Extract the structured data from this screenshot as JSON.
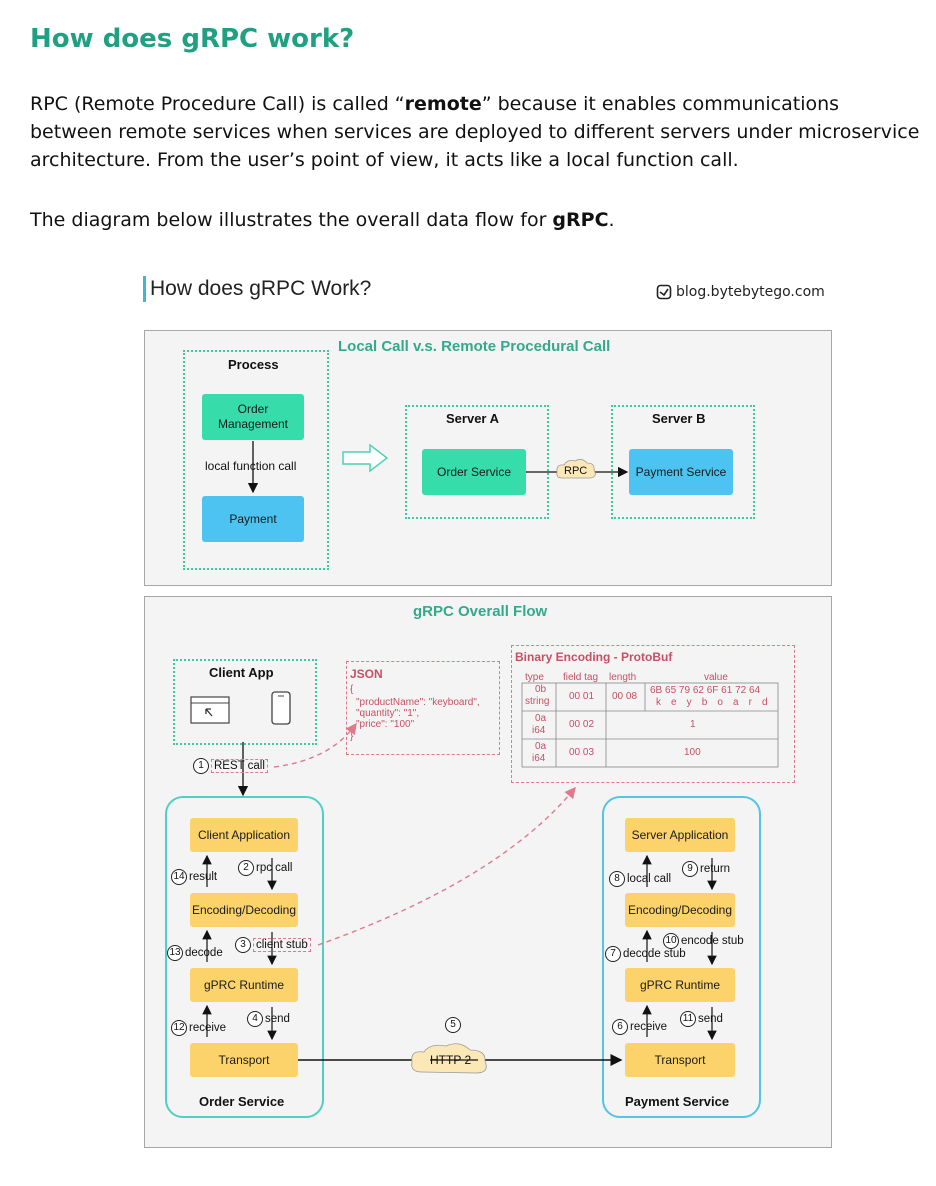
{
  "article": {
    "heading": "How does gRPC work?",
    "para1_a": "RPC (Remote Procedure Call) is called “",
    "para1_bold": "remote",
    "para1_b": "” because it enables communications between remote services when services are deployed to different servers under microservice architecture. From the user’s point of view, it acts like a local function call.",
    "para2_a": "The diagram below illustrates the overall data flow for ",
    "para2_bold": "gRPC",
    "para2_b": "."
  },
  "figure": {
    "title": "How does gRPC Work?",
    "brand": "blog.bytebytego.com",
    "top_panel": {
      "title": "Local Call v.s. Remote Procedural Call",
      "process_label": "Process",
      "order_management": "Order Management",
      "local_call": "local function call",
      "payment": "Payment",
      "server_a": "Server A",
      "order_service": "Order Service",
      "rpc": "RPC",
      "server_b": "Server B",
      "payment_service": "Payment Service"
    },
    "bottom_panel": {
      "title": "gRPC Overall Flow",
      "client_app": "Client App",
      "rest_call": "REST call",
      "json_title": "JSON",
      "json_lines": [
        "{",
        "\"productName\": \"keyboard\",",
        "\"quantity\": \"1\",",
        "\"price\": \"100\"",
        "}"
      ],
      "binary_title": "Binary Encoding - ProtoBuf",
      "binary_headers": [
        "type",
        "field tag",
        "length",
        "value"
      ],
      "binary_rows": [
        {
          "type1": "0b",
          "type2": "string",
          "tag": "00 01",
          "len": "00 08",
          "value1": "6B 65 79 62 6F 61 72 64",
          "value2": "k  e  y  b  o  a  r  d"
        },
        {
          "type1": "0a",
          "type2": "i64",
          "tag": "00 02",
          "len": "",
          "value1": "1",
          "value2": ""
        },
        {
          "type1": "0a",
          "type2": "i64",
          "tag": "00 03",
          "len": "",
          "value1": "100",
          "value2": ""
        }
      ],
      "order_service": {
        "name": "Order Service",
        "client_application": "Client Application",
        "encoding": "Encoding/Decoding",
        "runtime": "gPRC Runtime",
        "transport": "Transport"
      },
      "payment_service": {
        "name": "Payment Service",
        "server_application": "Server Application",
        "encoding": "Encoding/Decoding",
        "runtime": "gPRC Runtime",
        "transport": "Transport"
      },
      "steps": {
        "s1": "1",
        "s2": "2",
        "s3": "3",
        "s4": "4",
        "s5": "5",
        "s6": "6",
        "s7": "7",
        "s8": "8",
        "s9": "9",
        "s10": "10",
        "s11": "11",
        "s12": "12",
        "s13": "13",
        "s14": "14",
        "rpc_call": "rpc call",
        "result": "result",
        "client_stub": "client stub",
        "decode": "decode",
        "send": "send",
        "receive": "receive",
        "http2": "HTTP 2",
        "local_call": "local call",
        "return": "return",
        "encode_stub": "encode stub",
        "decode_stub": "decode stub"
      }
    }
  }
}
